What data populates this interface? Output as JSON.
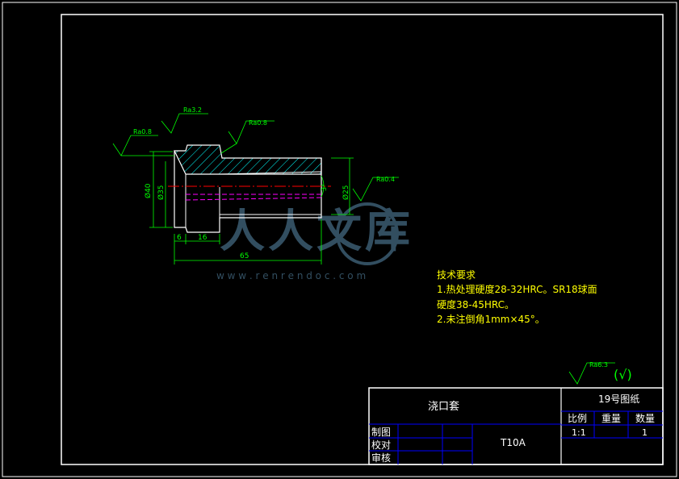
{
  "drawing": {
    "roughness": {
      "r1": "Ra0.8",
      "r2": "Ra3.2",
      "r3": "Ra0.8",
      "r4": "Ra0.4",
      "r5": "Ra6.3",
      "rest_symbol": "(√)"
    },
    "dims": {
      "d_outer": "Ø40",
      "d_bore": "Ø35",
      "d_small": "Ø25",
      "angle": "3°",
      "len_6": "6",
      "len_16": "16",
      "len_total": "65"
    }
  },
  "watermark": {
    "text": "人人文库",
    "url": "w w w . r e n r e n d o c . c o m"
  },
  "notes": {
    "title": "技术要求",
    "line1": "1.热处理硬度28-32HRC。SR18球面",
    "line2": "硬度38-45HRC。",
    "line3": "2.未注倒角1mm×45°。"
  },
  "title_block": {
    "part_name": "浇口套",
    "sheet": "19号图纸",
    "scale_label": "比例",
    "weight_label": "重量",
    "qty_label": "数量",
    "scale_value": "1:1",
    "weight_value": "",
    "qty_value": "1",
    "material": "T10A",
    "draw_label": "制图",
    "check_label": "校对",
    "review_label": "审核"
  },
  "colors": {
    "frame": "#ffffff",
    "geometry": "#ffffff",
    "dimension": "#00ff00",
    "hatch": "#00ffff",
    "centerline": "#ff0000",
    "hidden": "#ff00ff",
    "notes": "#ffff00",
    "table_lines": "#0000ff"
  }
}
